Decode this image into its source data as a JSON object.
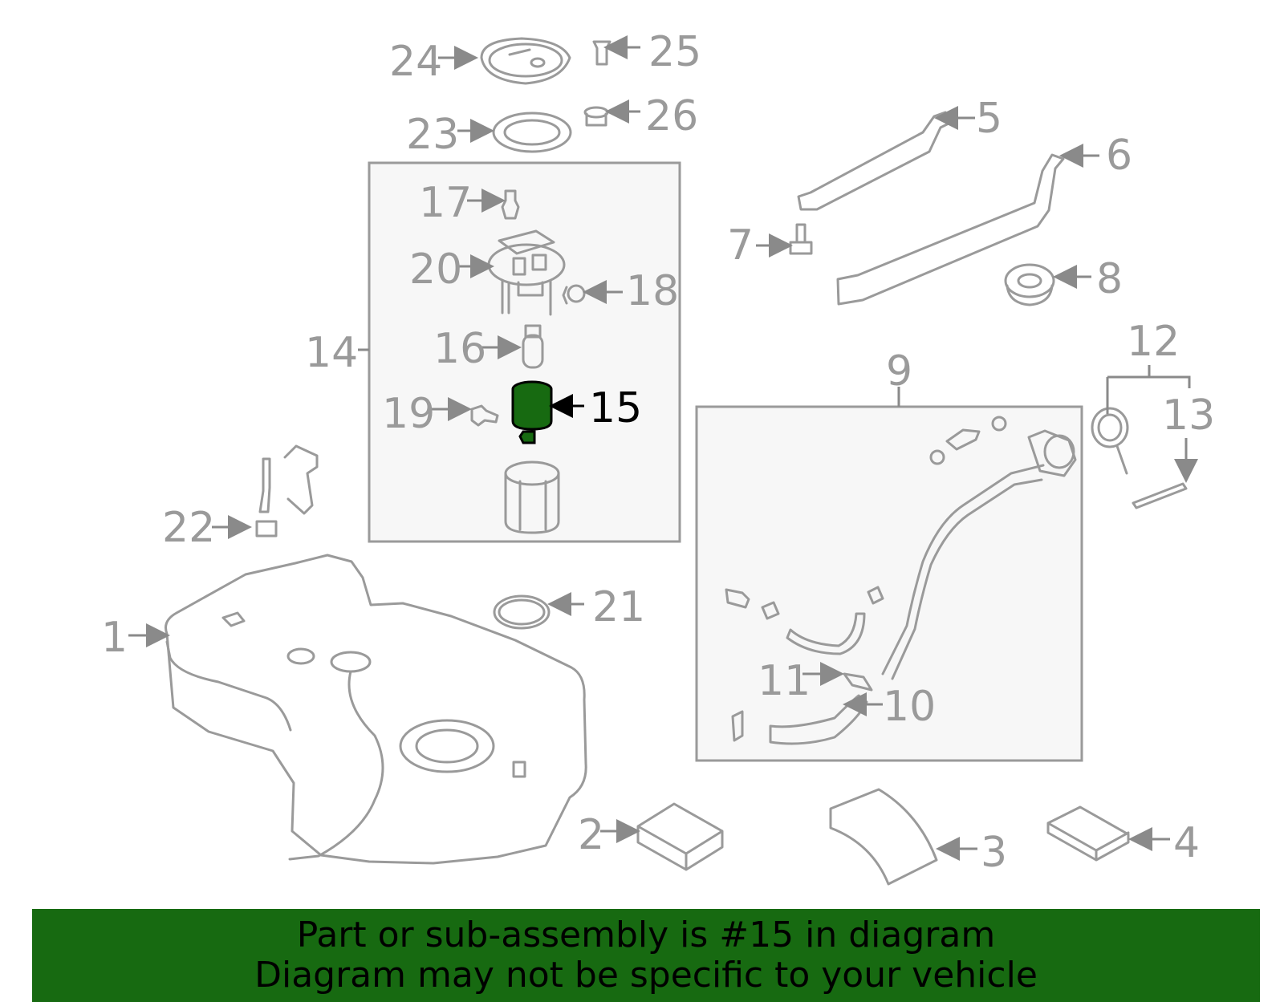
{
  "highlight_color": "#176a11",
  "callouts": {
    "n1": "1",
    "n2": "2",
    "n3": "3",
    "n4": "4",
    "n5": "5",
    "n6": "6",
    "n7": "7",
    "n8": "8",
    "n9": "9",
    "n10": "10",
    "n11": "11",
    "n12": "12",
    "n13": "13",
    "n14": "14",
    "n15": "15",
    "n16": "16",
    "n17": "17",
    "n18": "18",
    "n19": "19",
    "n20": "20",
    "n21": "21",
    "n22": "22",
    "n23": "23",
    "n24": "24",
    "n25": "25",
    "n26": "26"
  },
  "banner": {
    "line1": "Part or sub-assembly is #15 in diagram",
    "line2": "Diagram may not be specific to your vehicle"
  }
}
